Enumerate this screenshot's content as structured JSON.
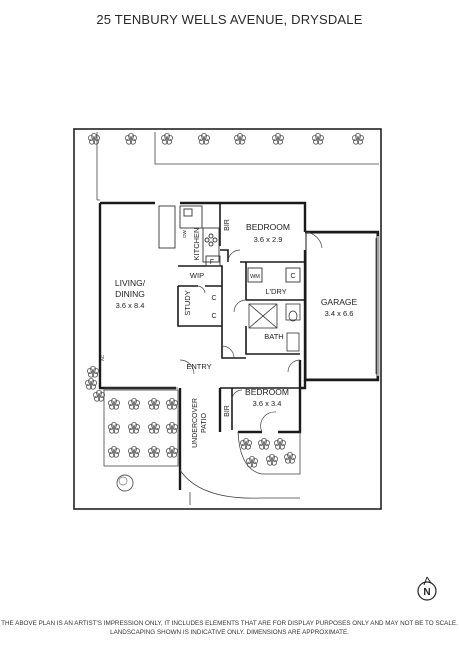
{
  "header": {
    "address": "25 TENBURY WELLS AVENUE, DRYSDALE"
  },
  "rooms": {
    "bedroom1": {
      "name": "BEDROOM",
      "size": "3.6 x 2.9"
    },
    "bedroom2": {
      "name": "BEDROOM",
      "size": "3.6 x 3.4"
    },
    "living": {
      "name_line1": "LIVING/",
      "name_line2": "DINING",
      "size": "3.6 x 8.4"
    },
    "garage": {
      "name": "GARAGE",
      "size": "3.4 x 6.6"
    },
    "kitchen": "KITCHEN",
    "study": "STUDY",
    "wip": "WIP",
    "ldry": "L'DRY",
    "bath": "BATH",
    "entry": "ENTRY",
    "patio_line1": "UNDERCOVER",
    "patio_line2": "PATIO",
    "bir": "BIR",
    "pantry": "F",
    "cupboard": "C",
    "wm": "WM",
    "dw": "DW",
    "ac": "AC"
  },
  "compass": {
    "label": "N"
  },
  "footer": {
    "line1": "THE ABOVE PLAN IS AN ARTIST'S IMPRESSION ONLY, IT INCLUDES ELEMENTS THAT ARE FOR DISPLAY PURPOSES ONLY AND MAY NOT BE TO SCALE.",
    "line2": "LANDSCAPING SHOWN IS INDICATIVE ONLY. DIMENSIONS ARE APPROXIMATE."
  },
  "colors": {
    "wall": "#1a1a1a",
    "line": "#333333",
    "plant": "#555555"
  }
}
